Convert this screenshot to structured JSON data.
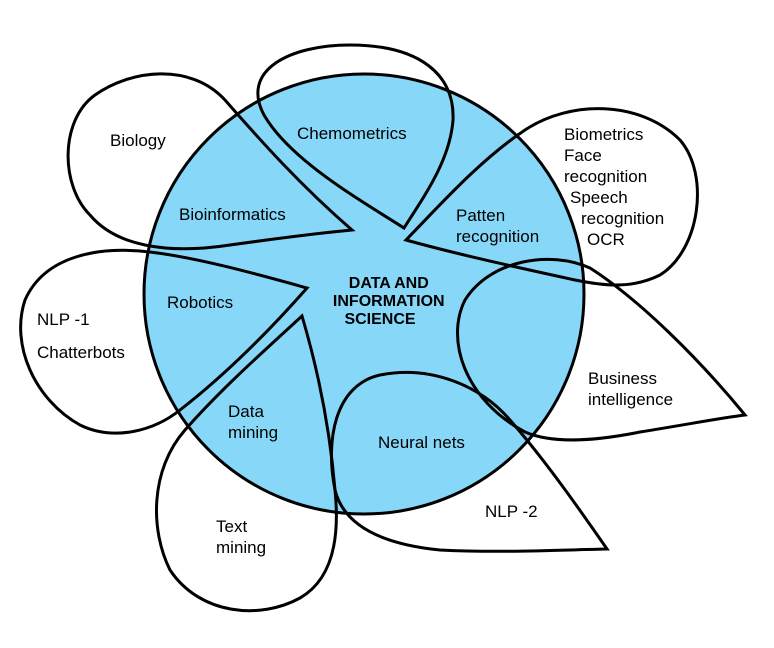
{
  "diagram": {
    "title": "Data and Information Science overlap diagram",
    "colors": {
      "core_fill": "#87D8F8",
      "stroke": "#000000",
      "background": "#FFFFFF"
    },
    "center": {
      "lines": [
        "DATA  AND",
        "INFORMATION",
        "SCIENCE"
      ]
    },
    "inner_labels": {
      "chemometrics": [
        "Chemometrics"
      ],
      "bioinformatics": [
        "Bioinformatics"
      ],
      "robotics": [
        "Robotics"
      ],
      "data_mining": [
        "Data",
        "mining"
      ],
      "neural_nets": [
        "Neural nets"
      ],
      "pattern_recognition": [
        "Patten",
        "recognition"
      ]
    },
    "outer_labels": {
      "biology": [
        "Biology"
      ],
      "nlp1": [
        "NLP -1",
        "Chatterbots"
      ],
      "text_mining": [
        "Text",
        "mining"
      ],
      "nlp2": [
        "NLP -2"
      ],
      "business": [
        "Business",
        "intelligence"
      ],
      "biometrics": [
        "Biometrics",
        "Face",
        "recognition",
        "Speech",
        "recognition",
        "OCR"
      ]
    }
  }
}
